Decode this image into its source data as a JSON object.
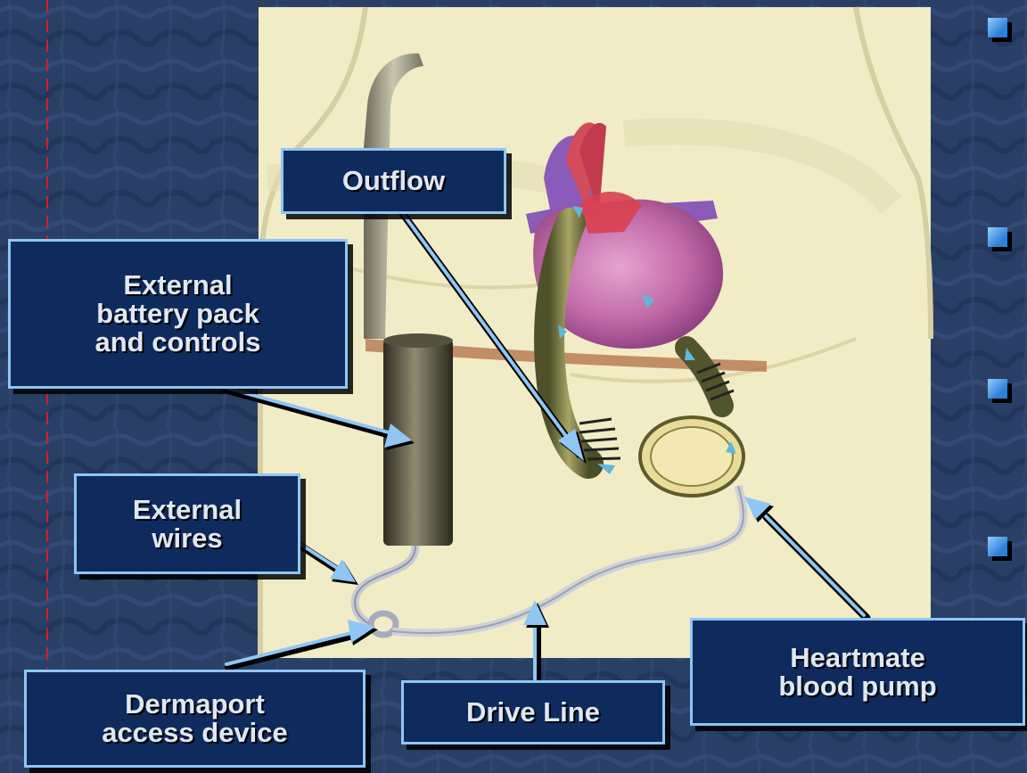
{
  "labels": {
    "outflow": [
      "Outflow"
    ],
    "battery": [
      "External",
      "battery pack",
      "and controls"
    ],
    "wires": [
      "External",
      "wires"
    ],
    "dermaport": [
      "Dermaport",
      "access device"
    ],
    "driveline": [
      "Drive Line"
    ],
    "heartmate": [
      "Heartmate",
      "blood pump"
    ]
  },
  "colors": {
    "slide_background": "#2a3f66",
    "label_fill": "#0f2a5c",
    "label_border": "#8fc6f4",
    "arrow": "#8fc6f4",
    "illustration_background": "#f1ecc6",
    "bullet": "#5aa8f0"
  }
}
